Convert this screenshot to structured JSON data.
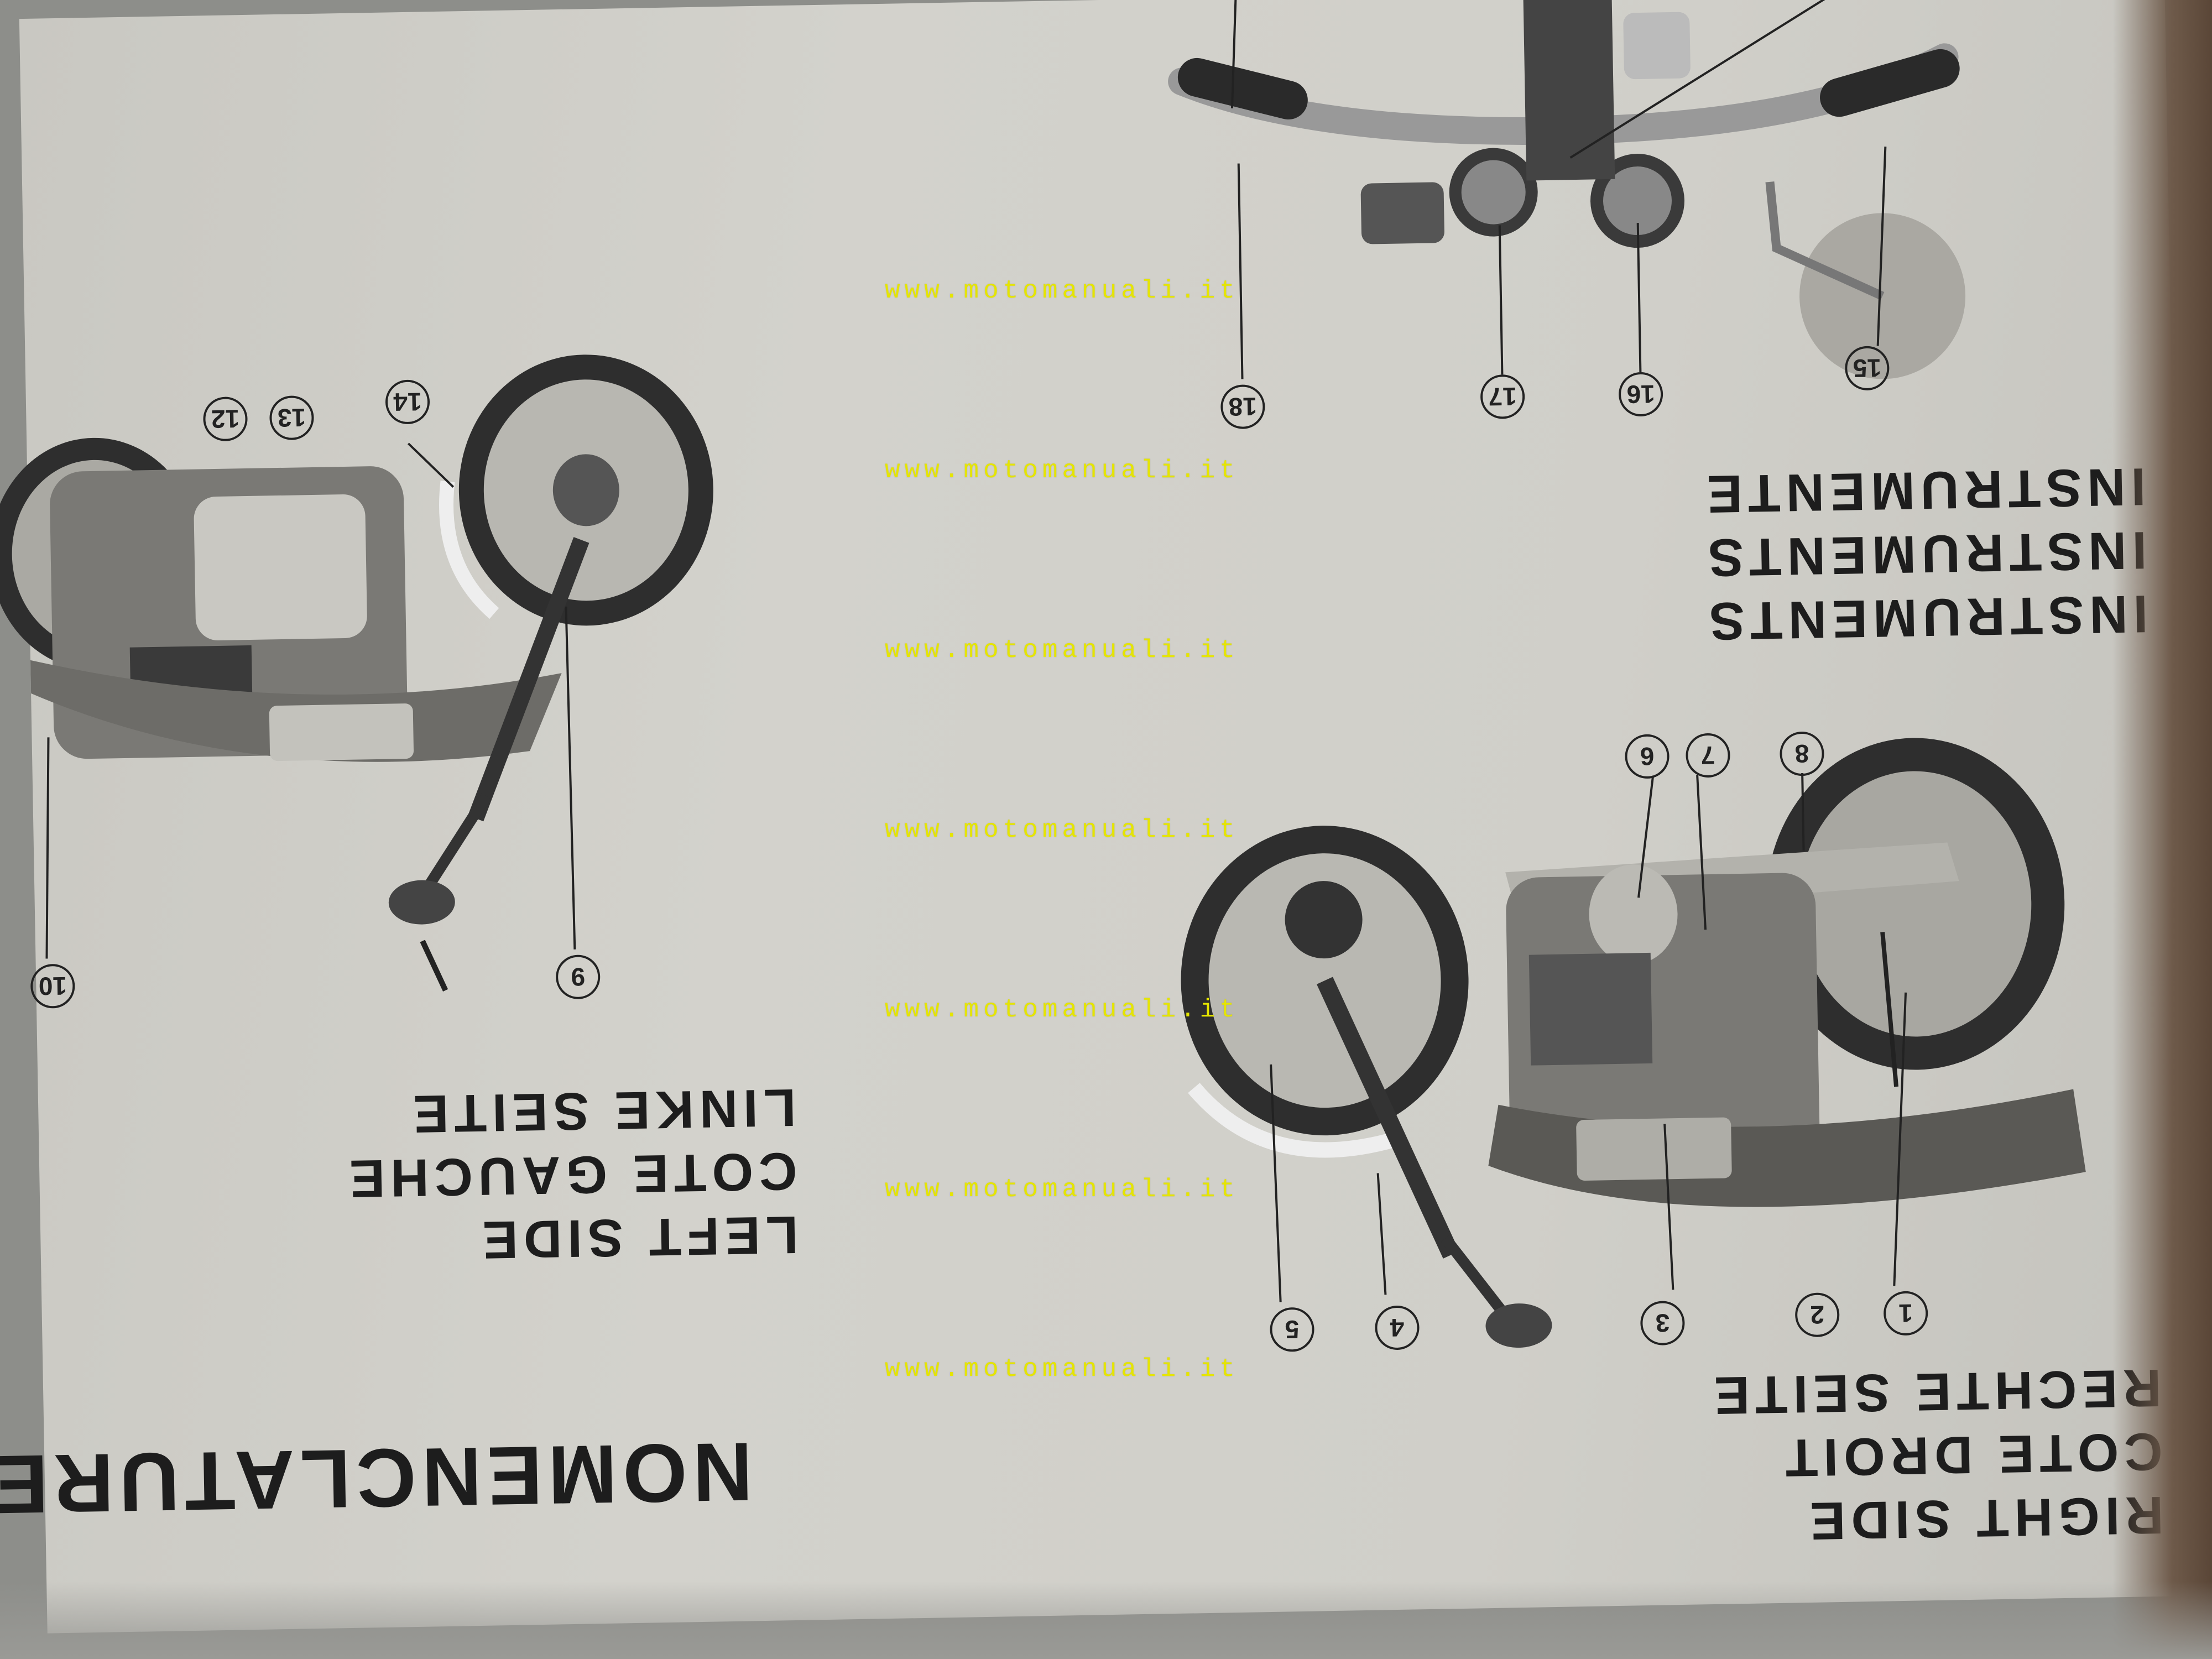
{
  "headings": {
    "nomenclature": "NOMENCLATURE",
    "left_side": [
      "LEFT SIDE",
      "COTE GAUCHE",
      "LINKE SEITE"
    ],
    "right_side": [
      "RIGHT SIDE",
      "COTE DROIT",
      "RECHTE SEITE"
    ],
    "instruments": [
      "INSTRUMENTS",
      "INSTRUMENTS",
      "INSTRUMENTE"
    ]
  },
  "callouts": [
    "1",
    "2",
    "3",
    "4",
    "5",
    "6",
    "7",
    "8",
    "9",
    "10",
    "12",
    "13",
    "14",
    "15",
    "16",
    "17",
    "18"
  ],
  "watermark": "www.motomanuali.it",
  "colors": {
    "paper": "#d0cfc9",
    "ink": "#1d1d1d",
    "watermark": "#e5e500"
  }
}
